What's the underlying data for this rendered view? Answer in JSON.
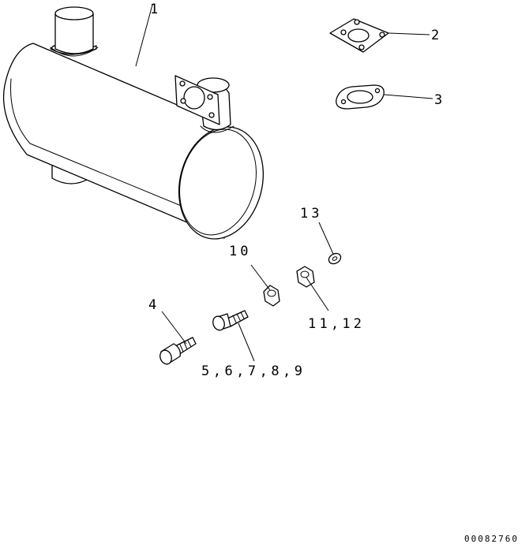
{
  "callouts": {
    "c1": "1",
    "c2": "2",
    "c3": "3",
    "c4": "4",
    "c5": "5,6,7,8,9",
    "c10": "10",
    "c11": "11,12",
    "c13": "13"
  },
  "drawing_number": "00082760"
}
